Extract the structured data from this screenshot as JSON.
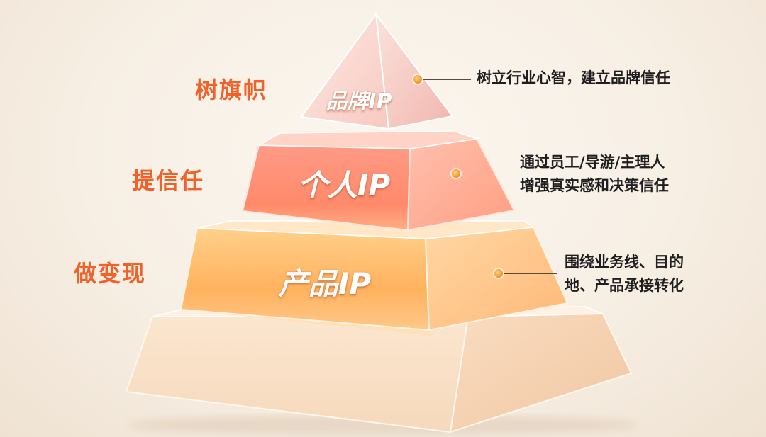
{
  "colors": {
    "accent_orange": "#f0622a",
    "text_dark": "#1e1e1e",
    "dot_orange": "#f39a2a"
  },
  "pyramid": {
    "tiers": [
      {
        "label": "品牌IP",
        "left_label": "树旗帜",
        "right_text": [
          "树立行业心智，建立品牌信任"
        ],
        "marker_icon": "orange-dot"
      },
      {
        "label": "个人IP",
        "left_label": "提信任",
        "right_text": [
          "通过员工/导游/主理人",
          "增强真实感和决策信任"
        ],
        "marker_icon": "orange-dot"
      },
      {
        "label": "产品IP",
        "left_label": "做变现",
        "right_text": [
          "围绕业务线、目的",
          "地、产品承接转化"
        ],
        "marker_icon": "orange-dot"
      }
    ]
  }
}
